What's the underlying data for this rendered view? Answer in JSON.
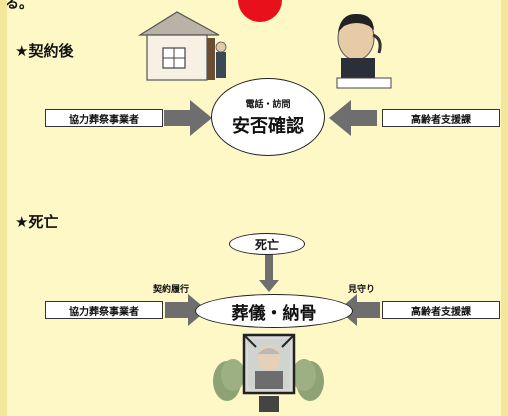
{
  "corner_mark": "る。",
  "section1": {
    "title": "★契約後",
    "left_box": "協力葬祭事業者",
    "right_box": "高齢者支援課",
    "oval_small": "電話・訪問",
    "oval_main": "安否確認"
  },
  "section2": {
    "title": "★死亡",
    "top_oval": "死亡",
    "left_box": "協力葬祭事業者",
    "right_box": "高齢者支援課",
    "left_label": "契約履行",
    "right_label": "見守り",
    "oval_main": "葬儀・納骨"
  },
  "colors": {
    "background": "#fdf8c6",
    "border": "#f3e79b",
    "pin": "#e8101b",
    "arrow": "#6e6e6e"
  }
}
